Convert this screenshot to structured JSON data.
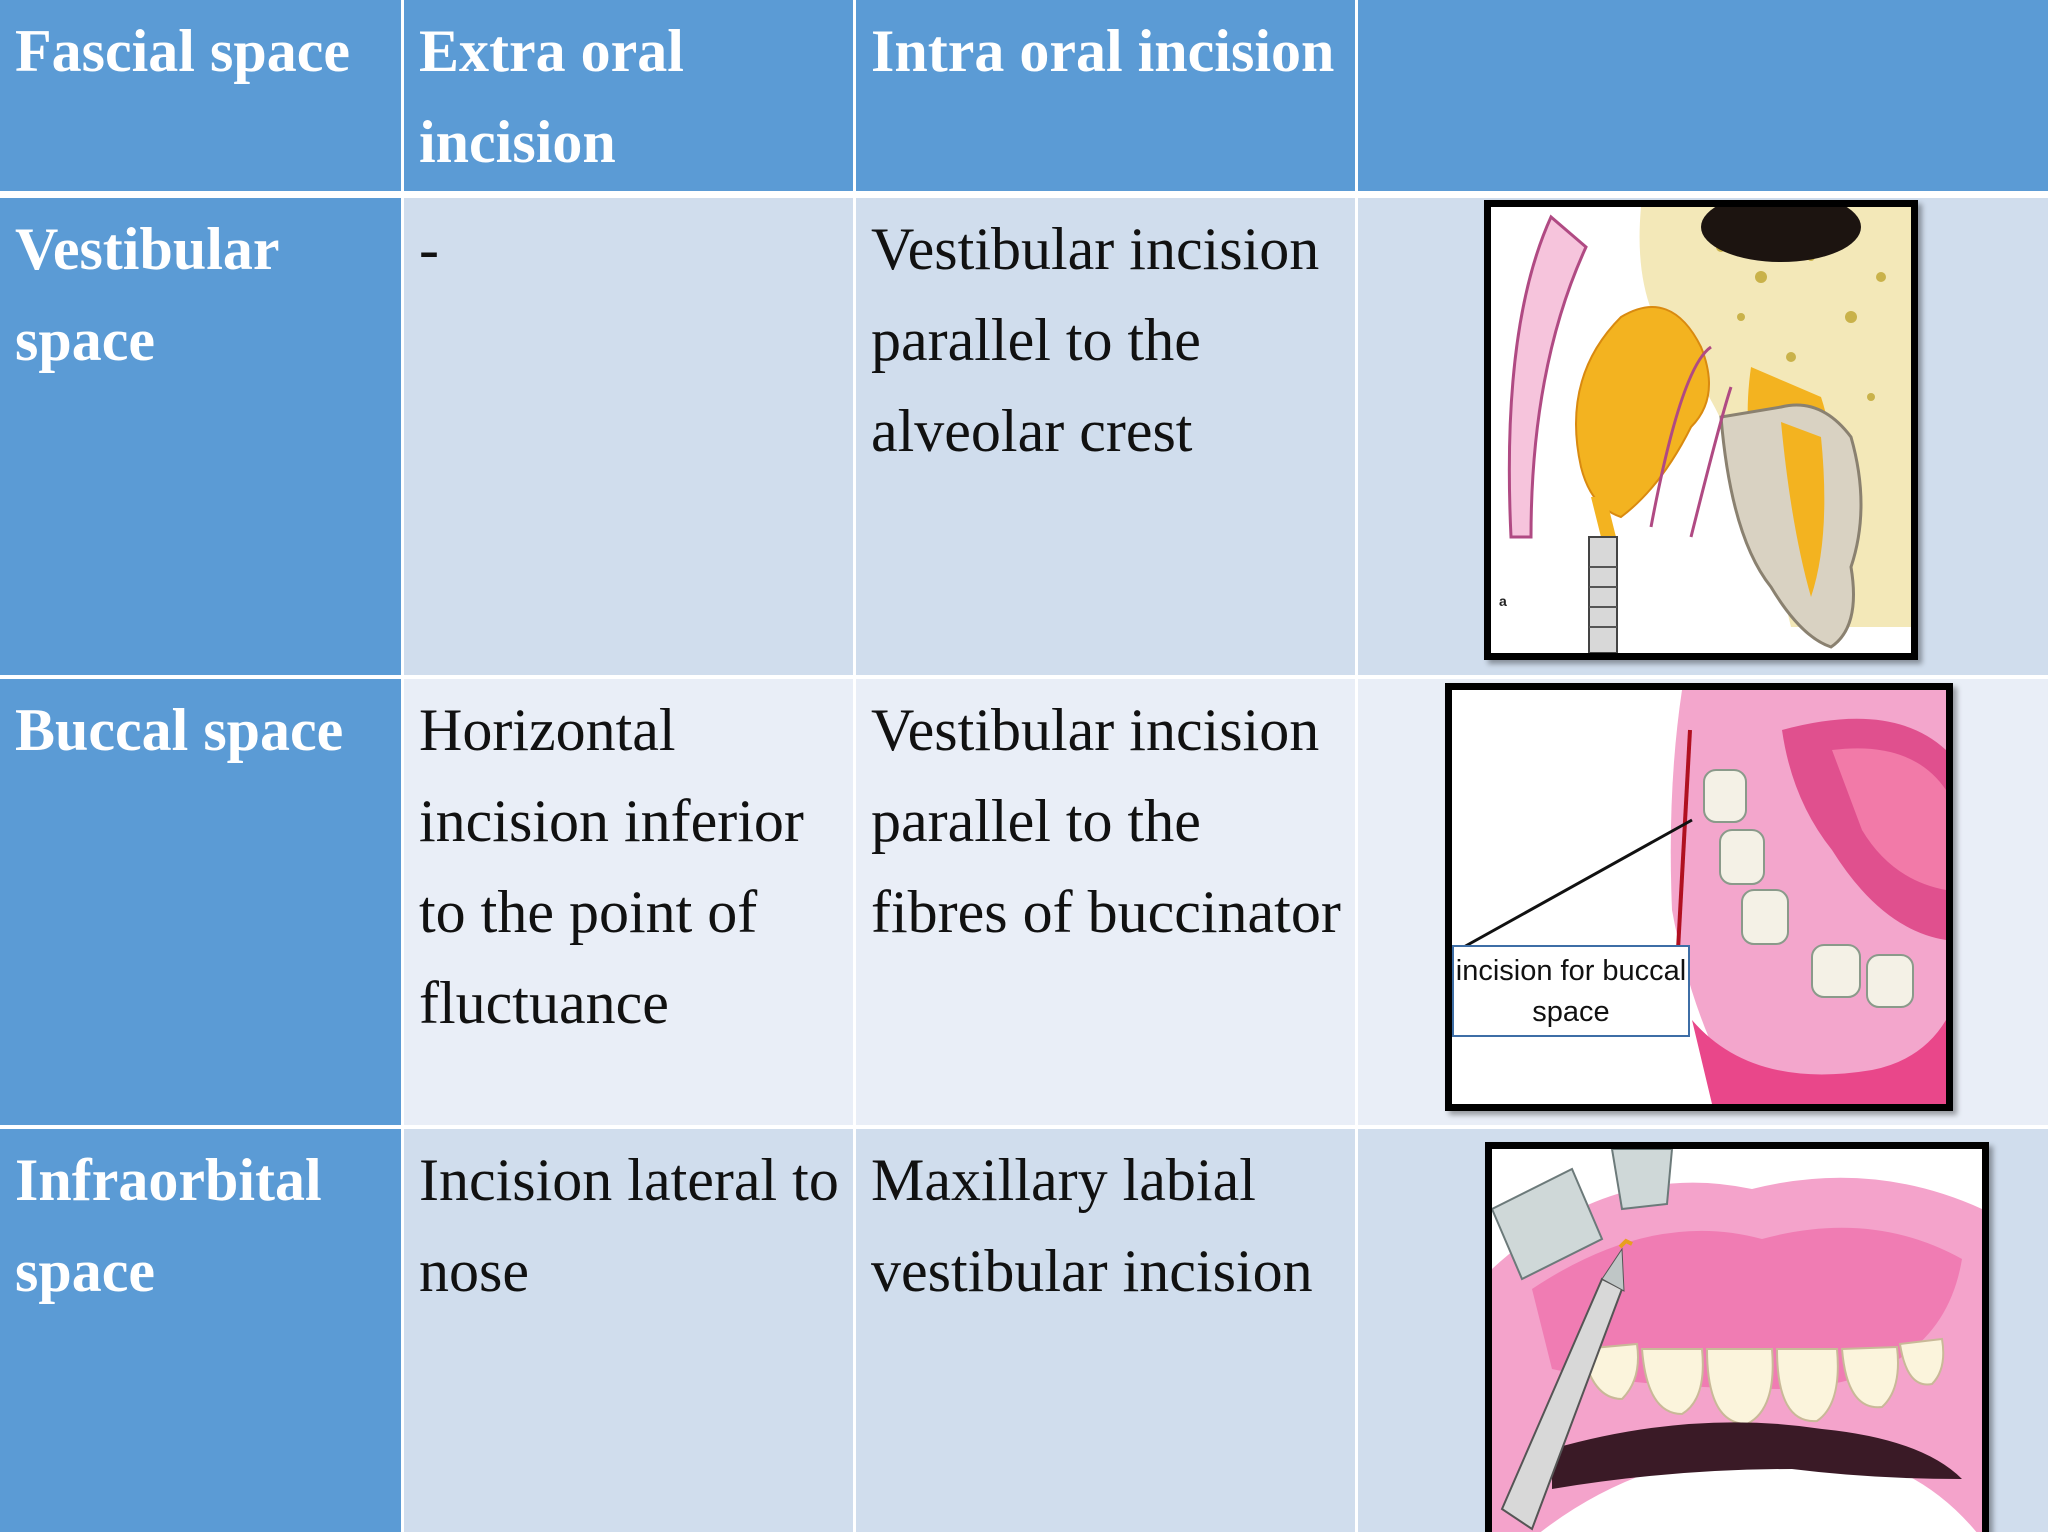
{
  "header": {
    "col1": "Fascial space",
    "col2": "Extra oral incision",
    "col3": "Intra oral incision",
    "col4": ""
  },
  "rows": [
    {
      "space": "Vestibular space",
      "extra_oral": "-",
      "intra_oral": "Vestibular incision parallel to the alveolar crest",
      "figure_letter": "a"
    },
    {
      "space": "Buccal space",
      "extra_oral": "Horizontal incision inferior to the point of fluctuance",
      "intra_oral": "Vestibular incision parallel to the fibres of buccinator",
      "figure_callout": "incision for buccal space"
    },
    {
      "space": "Infraorbital space",
      "extra_oral": "Incision lateral to nose",
      "intra_oral": "Maxillary labial vestibular incision"
    }
  ],
  "colors": {
    "header_blue": "#5b9bd5",
    "row_light": "#d0dded",
    "row_lighter": "#e9eef7",
    "gingiva_pink": "#f08cc0",
    "pus_orange": "#f5b21c"
  }
}
